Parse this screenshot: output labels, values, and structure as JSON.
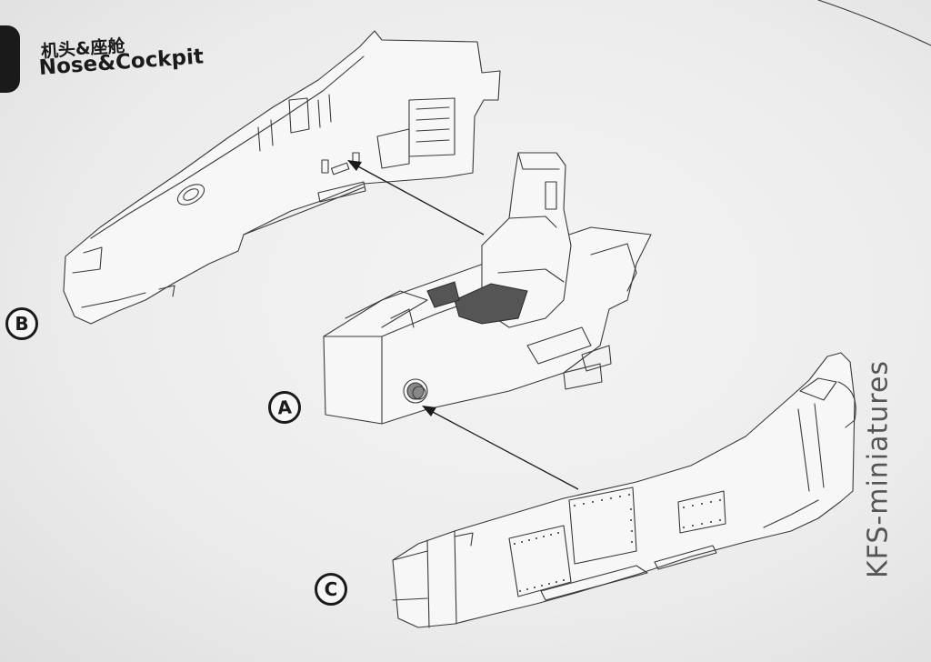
{
  "step": {
    "title_cn": "机头&座舱",
    "title_en": "Nose&Cockpit"
  },
  "parts": {
    "a": "A",
    "b": "B",
    "c": "C"
  },
  "watermark": "KFS-miniatures",
  "colors": {
    "ink": "#1a1a1a",
    "paper": "#f2f2f2",
    "seat_shade": "#555555"
  }
}
